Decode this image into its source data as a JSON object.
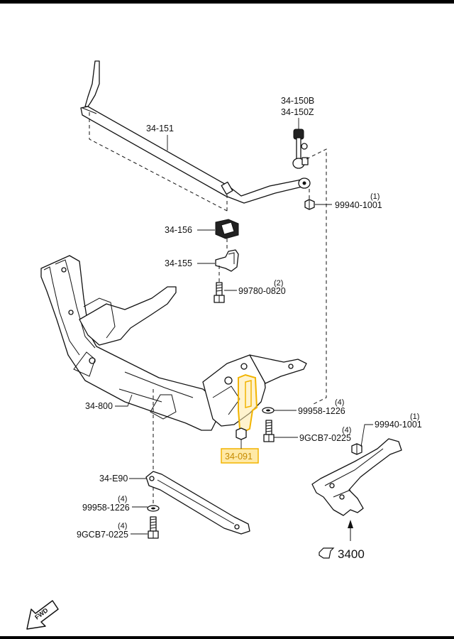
{
  "colors": {
    "highlight_fill": "#ffe9a6",
    "highlight_stroke": "#f2b400",
    "highlight_text": "#c58a00",
    "border": "#000000"
  },
  "labels": {
    "p_34_151": "34-151",
    "p_34_150b": "34-150B",
    "p_34_150z": "34-150Z",
    "p_99940_1001_top": "99940-1001",
    "q_99940_1001_top": "(1)",
    "p_34_156": "34-156",
    "p_34_155": "34-155",
    "p_99780_0820": "99780-0820",
    "q_99780_0820": "(2)",
    "p_34_800": "34-800",
    "p_99958_1226_right": "99958-1226",
    "q_99958_1226_right": "(4)",
    "p_9gcb7_0225_right": "9GCB7-0225",
    "q_9gcb7_0225_right": "(4)",
    "p_99940_1001_right": "99940-1001",
    "q_99940_1001_right": "(1)",
    "p_34_091": "34-091",
    "p_34_e90": "34-E90",
    "p_99958_1226_left": "99958-1226",
    "q_99958_1226_left": "(4)",
    "p_9gcb7_0225_left": "9GCB7-0225",
    "q_9gcb7_0225_left": "(4)",
    "ref_3400": "3400",
    "fwd": "FWD"
  },
  "icons": {
    "ref_arrow": "pointing-hand-icon",
    "fwd_arrow": "fwd-arrow-icon"
  }
}
